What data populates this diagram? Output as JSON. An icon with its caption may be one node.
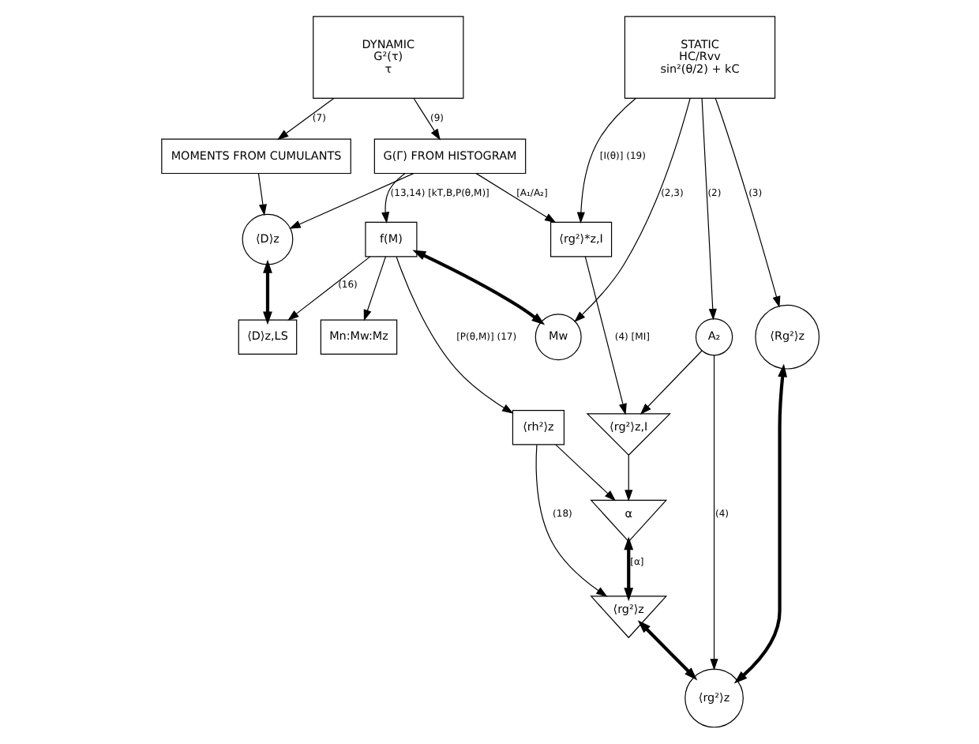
{
  "diagram": {
    "nodes": [
      {
        "text": [
          "DYNAMIC",
          "G²(τ)",
          "τ"
        ]
      },
      {
        "text": [
          "STATIC",
          "HC/Rvv",
          "sin²(θ/2) + kC"
        ]
      },
      {
        "text": [
          "MOMENTS FROM CUMULANTS"
        ]
      },
      {
        "text": [
          "G(Γ) FROM HISTOGRAM"
        ]
      },
      {
        "text": [
          "⟨rg²⟩*z,I"
        ]
      },
      {
        "text": [
          "⟨D⟩z"
        ]
      },
      {
        "text": [
          "f(M)"
        ]
      },
      {
        "text": [
          "Mn:Mw:Mz"
        ]
      },
      {
        "text": [
          "Mw"
        ]
      },
      {
        "text": [
          "A₂"
        ]
      },
      {
        "text": [
          "⟨Rg²⟩z"
        ]
      },
      {
        "text": [
          "α"
        ]
      },
      {
        "text": [
          "⟨rg²⟩z,I"
        ]
      },
      {
        "text": [
          "⟨rg²⟩z"
        ]
      },
      {
        "text": [
          "⟨D⟩z,LS"
        ]
      },
      {
        "text": [
          "⟨rh²⟩z"
        ]
      },
      {
        "text": [
          "⟨rg²⟩z"
        ]
      }
    ],
    "edges": [
      {
        "from": 0,
        "to": 2,
        "arrow": "to",
        "label": "(7)"
      },
      {
        "from": 0,
        "to": 3,
        "arrow": "to",
        "label": "(9)"
      },
      {
        "from": 1,
        "to": 4,
        "arrow": "to",
        "label": "[I(θ)] (19)"
      },
      {
        "from": 1,
        "to": 8,
        "arrow": "to",
        "label": "(2,3)"
      },
      {
        "from": 1,
        "to": 9,
        "arrow": "to",
        "label": "(2)"
      },
      {
        "from": 1,
        "to": 10,
        "arrow": "to",
        "label": "(3)"
      },
      {
        "from": 3,
        "to": 4,
        "arrow": "to",
        "label": "[A₁/A₂]"
      },
      {
        "from": 2,
        "to": 5,
        "arrow": "to"
      },
      {
        "from": 3,
        "to": 5,
        "arrow": "to"
      },
      {
        "from": 3,
        "to": 6,
        "arrow": "to",
        "label": "(13,14) [kT,B,P(θ,M)]"
      },
      {
        "from": 6,
        "to": 7,
        "arrow": "to"
      },
      {
        "from": 6,
        "to": 8,
        "arrow": "both",
        "style": "thick"
      },
      {
        "from": 4,
        "to": 12,
        "arrow": "to",
        "label": "(4) [MI]"
      },
      {
        "from": 9,
        "to": 12,
        "arrow": "to"
      },
      {
        "from": 9,
        "to": 13,
        "arrow": "to",
        "label": "(4)"
      },
      {
        "from": 10,
        "to": 13,
        "arrow": "both",
        "style": "thick"
      },
      {
        "from": 12,
        "to": 11,
        "arrow": "to"
      },
      {
        "from": 5,
        "to": 14,
        "arrow": "both",
        "style": "thick"
      },
      {
        "from": 6,
        "to": 14,
        "arrow": "to",
        "label": "(16)"
      },
      {
        "from": 6,
        "to": 15,
        "arrow": "to",
        "label": "[P(θ,M)] (17)"
      },
      {
        "from": 15,
        "to": 11,
        "arrow": "to"
      },
      {
        "from": 11,
        "to": 16,
        "arrow": "both",
        "style": "thick",
        "label": "[α]"
      },
      {
        "from": 15,
        "to": 16,
        "arrow": "to",
        "label": "(18)"
      },
      {
        "from": 16,
        "to": 13,
        "arrow": "both",
        "style": "thick"
      }
    ]
  }
}
